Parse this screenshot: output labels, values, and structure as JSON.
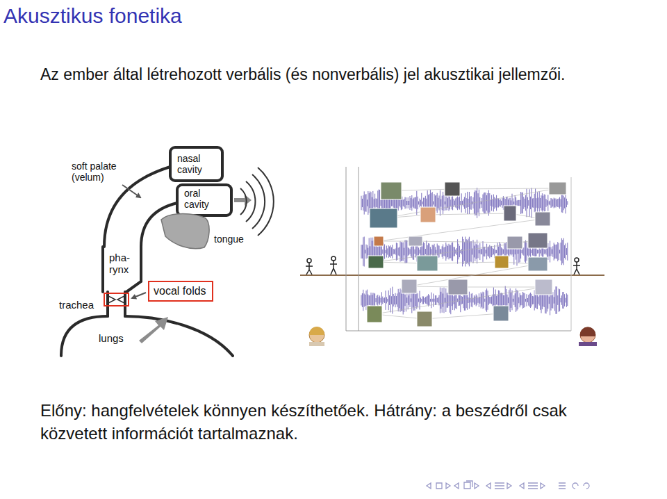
{
  "diagram": {
    "title": "Akusztikus fonetika",
    "caption": "Előny: hangfelvételek könnyen készíthetőek. Hátrány: a beszédről csak közvetett információt tartalmaznak.",
    "nodes": [
      {
        "text": [
          "vocal folds"
        ]
      }
    ],
    "labels": [
      "Az ember által létrehozott verbális (és nonverbális) jel akusztikai jellemzői.",
      "soft palate (velum)",
      "nasal cavity",
      "oral cavity",
      "tongue",
      "pha- rynx",
      "trachea",
      "lungs"
    ]
  }
}
